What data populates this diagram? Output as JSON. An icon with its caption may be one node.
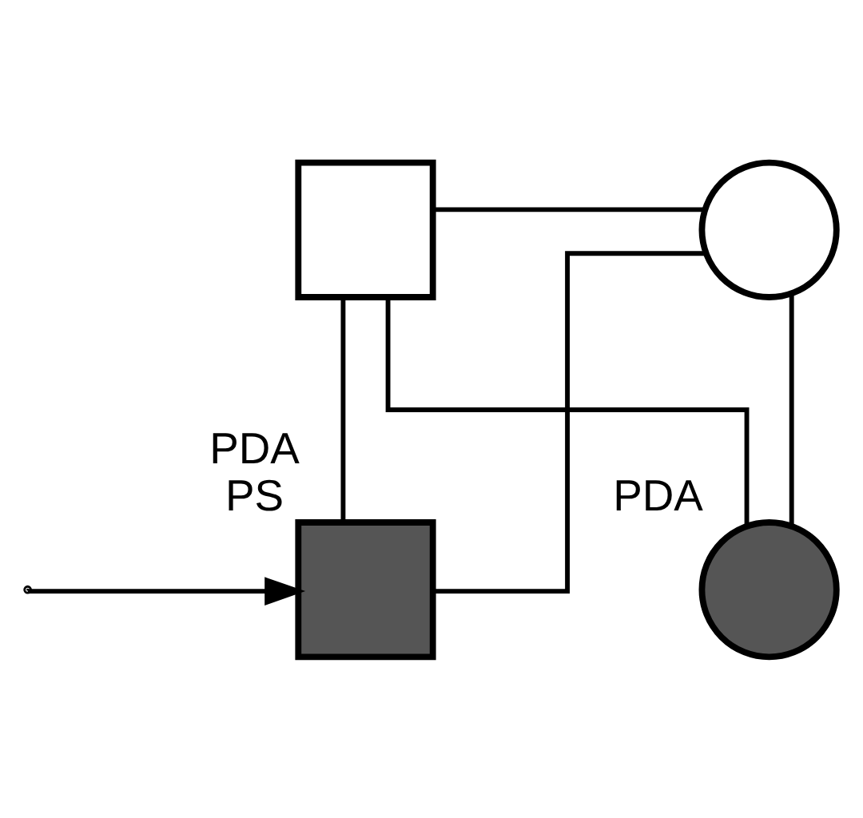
{
  "diagram": {
    "nodes": [
      {
        "text": [],
        "shape": "box"
      },
      {
        "text": [],
        "shape": "circle"
      },
      {
        "text": [],
        "shape": "box",
        "beside": [
          "PDA",
          "PS"
        ]
      },
      {
        "text": [],
        "shape": "circle",
        "beside": [
          "PDA"
        ]
      }
    ],
    "edges": [
      {
        "from": 0,
        "to": 1,
        "arrow": "none"
      },
      {
        "from": 0,
        "to": 2,
        "arrow": "none"
      },
      {
        "from": 0,
        "to": 3,
        "arrow": "none"
      },
      {
        "from": 1,
        "to": 2,
        "arrow": "none"
      },
      {
        "from": 1,
        "to": 3,
        "arrow": "none"
      },
      {
        "from": null,
        "to": 2,
        "arrow": "to"
      }
    ]
  }
}
